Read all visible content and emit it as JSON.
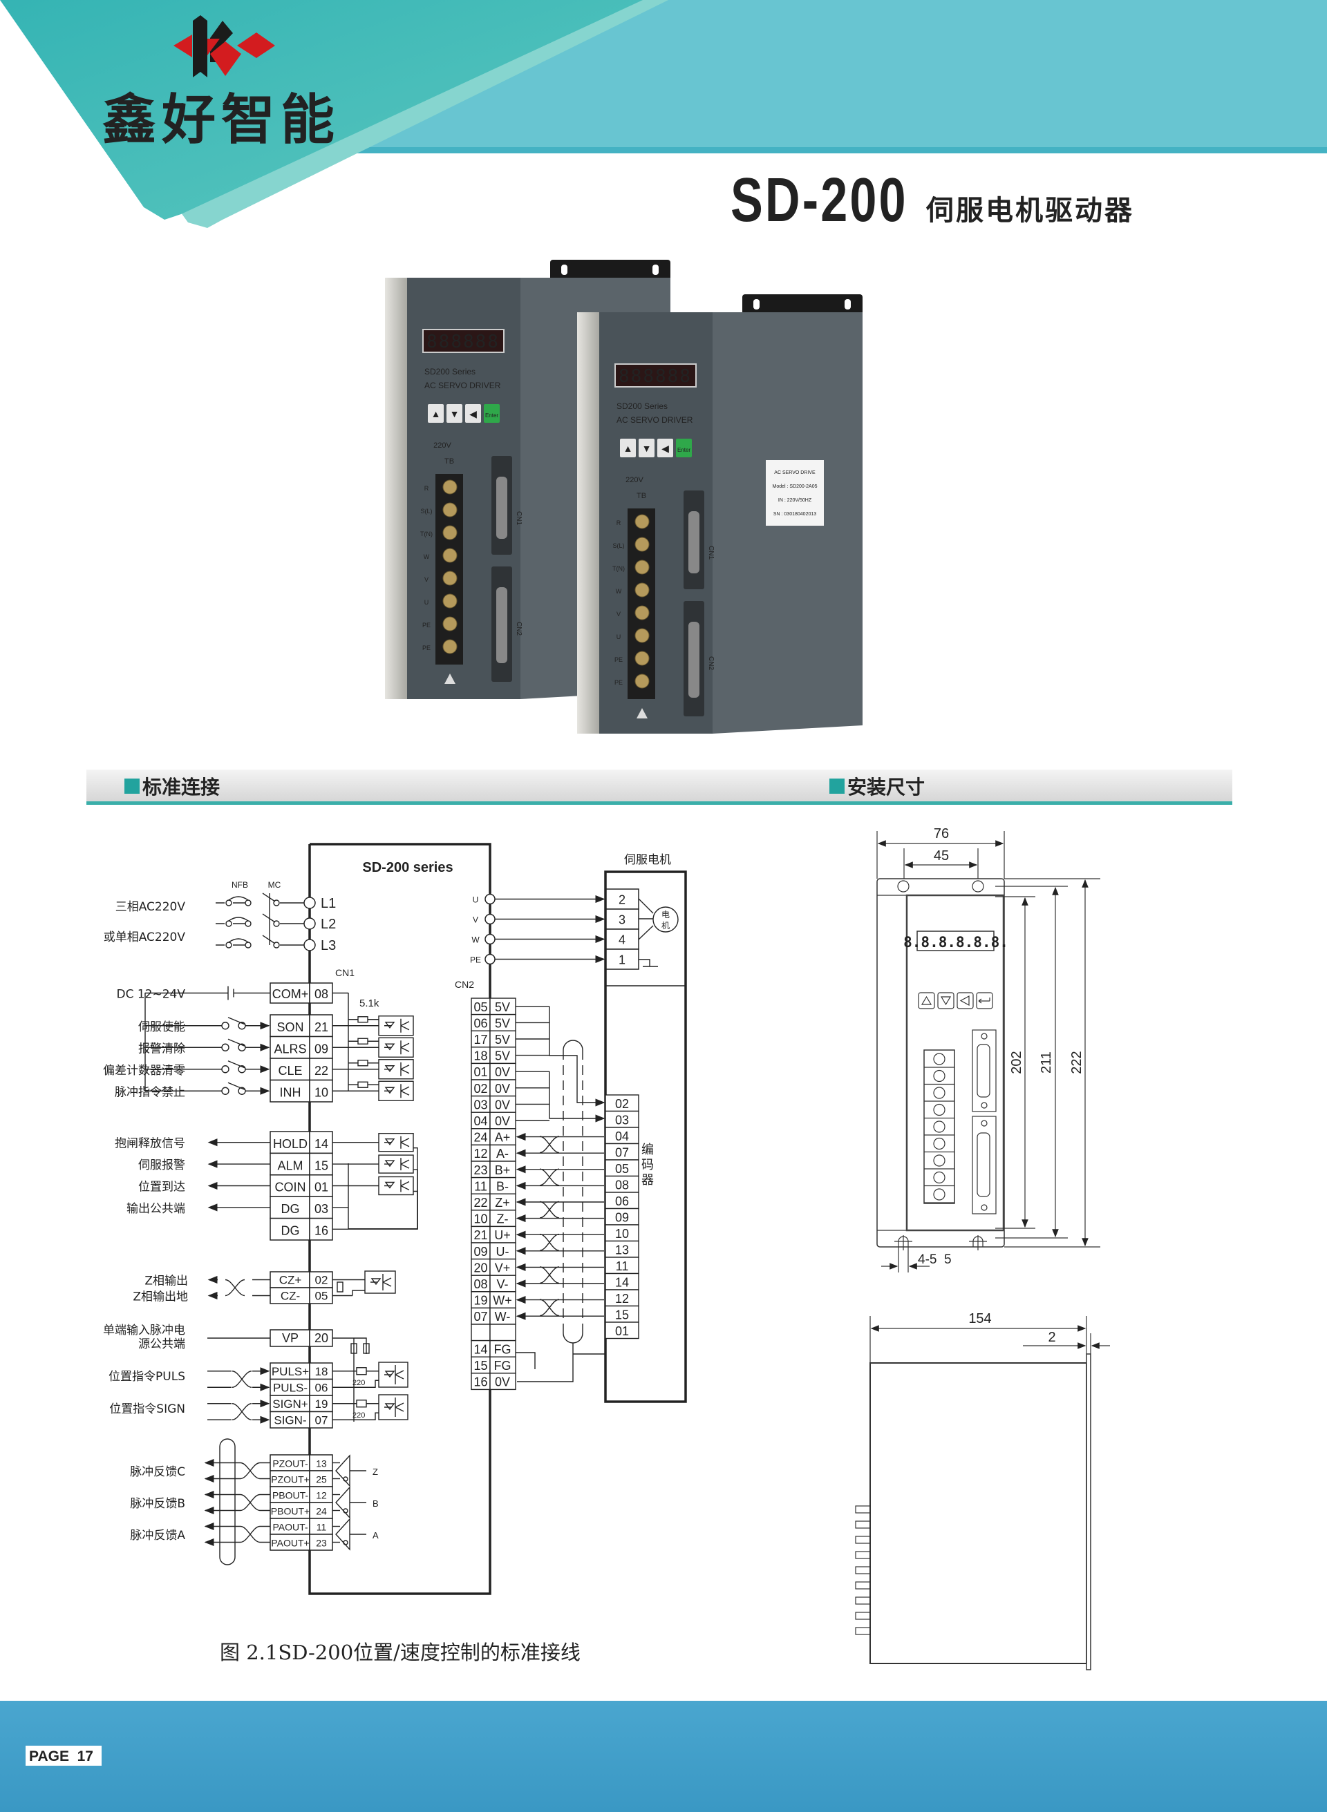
{
  "header": {
    "brand_name": "鑫好智能",
    "model": "SD-200",
    "product_title": "伺服电机驱动器"
  },
  "photo": {
    "display": "888888",
    "series": "SD200 Series",
    "product": "AC SERVO DRIVER",
    "keys": [
      "▲",
      "▼",
      "◀",
      "Enter"
    ],
    "voltage": "220V",
    "tb": "TB",
    "terminals": [
      "R",
      "S(L)",
      "T(N)",
      "W",
      "V",
      "U",
      "PE",
      "PE"
    ],
    "cn1": "CN1",
    "cn2": "CN2",
    "sticker": [
      "AC SERVO DRIVE",
      "Model : SD200-2A05",
      "IN : 220V/50HZ",
      "SN : 030180402013"
    ]
  },
  "sections": {
    "wiring": "标准连接",
    "dimensions": "安装尺寸"
  },
  "wiring": {
    "title": "SD-200 series",
    "nfb": "NFB",
    "mc": "MC",
    "power_labels": [
      "三相AC220V",
      "或单相AC220V"
    ],
    "power_terminals": [
      "L1",
      "L2",
      "L3"
    ],
    "cn1_label": "CN1",
    "resistor_label": "5.1k",
    "inputs": [
      {
        "label": "DC 12~24V",
        "name": "COM+",
        "pin": "08"
      },
      {
        "label": "伺服使能",
        "name": "SON",
        "pin": "21"
      },
      {
        "label": "报警清除",
        "name": "ALRS",
        "pin": "09"
      },
      {
        "label": "偏差计数器清零",
        "name": "CLE",
        "pin": "22"
      },
      {
        "label": "脉冲指令禁止",
        "name": "INH",
        "pin": "10"
      }
    ],
    "outputs": [
      {
        "label": "抱闸释放信号",
        "name": "HOLD",
        "pin": "14"
      },
      {
        "label": "伺服报警",
        "name": "ALM",
        "pin": "15"
      },
      {
        "label": "位置到达",
        "name": "COIN",
        "pin": "01"
      },
      {
        "label": "输出公共端",
        "name": "DG",
        "pin": "03"
      },
      {
        "label": "",
        "name": "DG",
        "pin": "16"
      }
    ],
    "z_output": [
      {
        "label": "Z相输出",
        "name": "CZ+",
        "pin": "02"
      },
      {
        "label": "Z相输出地",
        "name": "CZ-",
        "pin": "05"
      }
    ],
    "vp": {
      "labels": [
        "单端输入脉冲电",
        "源公共端"
      ],
      "name": "VP",
      "pin": "20"
    },
    "pulse_labels": [
      "位置指令PULS",
      "位置指令SIGN"
    ],
    "pulse_inputs": [
      {
        "name": "PULS+",
        "pin": "18"
      },
      {
        "name": "PULS-",
        "pin": "06"
      },
      {
        "name": "SIGN+",
        "pin": "19"
      },
      {
        "name": "SIGN-",
        "pin": "07"
      }
    ],
    "pulse_resistor": "220",
    "feedback_labels": [
      "脉冲反馈C",
      "脉冲反馈B",
      "脉冲反馈A"
    ],
    "feedback_phases": [
      "Z",
      "B",
      "A"
    ],
    "feedback": [
      {
        "name": "PZOUT-",
        "pin": "13"
      },
      {
        "name": "PZOUT+",
        "pin": "25"
      },
      {
        "name": "PBOUT-",
        "pin": "12"
      },
      {
        "name": "PBOUT+",
        "pin": "24"
      },
      {
        "name": "PAOUT-",
        "pin": "11"
      },
      {
        "name": "PAOUT+",
        "pin": "23"
      }
    ],
    "motor_title": "伺服电机",
    "motor_terminals": [
      "U",
      "V",
      "W",
      "PE"
    ],
    "motor_pins": [
      "2",
      "3",
      "4",
      "1"
    ],
    "motor_symbol": [
      "电",
      "机"
    ],
    "cn2_label": "CN2",
    "cn2_rows": [
      [
        "05",
        "5V"
      ],
      [
        "06",
        "5V"
      ],
      [
        "17",
        "5V"
      ],
      [
        "18",
        "5V"
      ],
      [
        "01",
        "0V"
      ],
      [
        "02",
        "0V"
      ],
      [
        "03",
        "0V"
      ],
      [
        "04",
        "0V"
      ],
      [
        "24",
        "A+"
      ],
      [
        "12",
        "A-"
      ],
      [
        "23",
        "B+"
      ],
      [
        "11",
        "B-"
      ],
      [
        "22",
        "Z+"
      ],
      [
        "10",
        "Z-"
      ],
      [
        "21",
        "U+"
      ],
      [
        "09",
        "U-"
      ],
      [
        "20",
        "V+"
      ],
      [
        "08",
        "V-"
      ],
      [
        "19",
        "W+"
      ],
      [
        "07",
        "W-"
      ],
      [
        "",
        ""
      ],
      [
        "14",
        "FG"
      ],
      [
        "15",
        "FG"
      ],
      [
        "16",
        "0V"
      ]
    ],
    "encoder_pins": [
      "02",
      "03",
      "04",
      "07",
      "05",
      "08",
      "06",
      "09",
      "10",
      "13",
      "11",
      "14",
      "12",
      "15",
      "01"
    ],
    "encoder_label": [
      "编",
      "码",
      "器"
    ],
    "caption": "图 2.1SD-200位置/速度控制的标准接线"
  },
  "dimensions": {
    "width": "76",
    "hole_spacing": "45",
    "height_inner": "202",
    "height_mount": "211",
    "height_total": "222",
    "holes": "4-5  5",
    "display": "8.8.8.8.8.8.",
    "depth": "154",
    "flange": "2"
  },
  "footer": {
    "page": "PAGE  17"
  },
  "colors": {
    "teal": "#3db8b5",
    "band": "#68c5d1",
    "footer": "#3f9fca",
    "logo_red": "#d31c1f"
  }
}
